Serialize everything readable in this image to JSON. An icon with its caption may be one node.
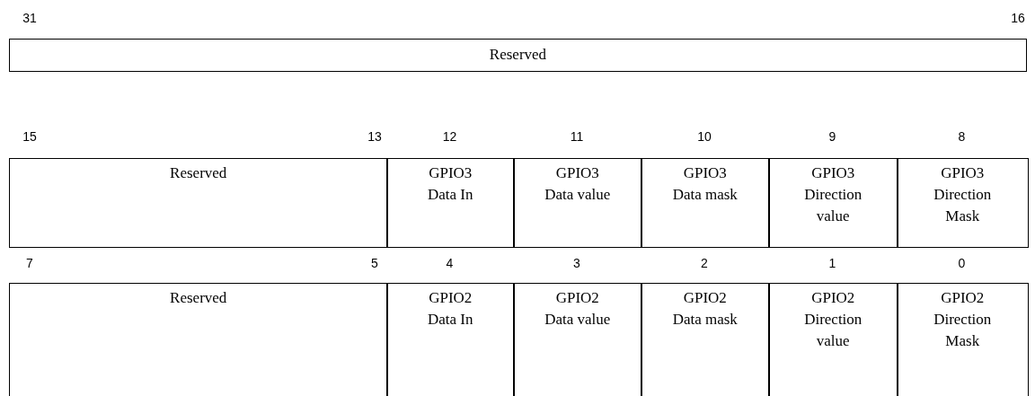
{
  "diagram": {
    "nodes": [
      {
        "text": [
          "Reserved"
        ]
      },
      {
        "text": [
          "Reserved"
        ]
      },
      {
        "text": [
          "GPIO3 Data In"
        ]
      },
      {
        "text": [
          "GPIO3 Data value"
        ]
      },
      {
        "text": [
          "GPIO3 Data mask"
        ]
      },
      {
        "text": [
          "GPIO3 Direction value"
        ]
      },
      {
        "text": [
          "GPIO3 Direction Mask"
        ]
      },
      {
        "text": [
          "Reserved"
        ]
      },
      {
        "text": [
          "GPIO2 Data In"
        ]
      },
      {
        "text": [
          "GPIO2 Data value"
        ]
      },
      {
        "text": [
          "GPIO2 Data mask"
        ]
      },
      {
        "text": [
          "GPIO2 Direction value"
        ]
      },
      {
        "text": [
          "GPIO2 Direction Mask"
        ]
      }
    ],
    "labels": [
      "31",
      "16",
      "15",
      "13",
      "12",
      "11",
      "10",
      "9",
      "8",
      "7",
      "5",
      "4",
      "3",
      "2",
      "1",
      "0"
    ]
  }
}
